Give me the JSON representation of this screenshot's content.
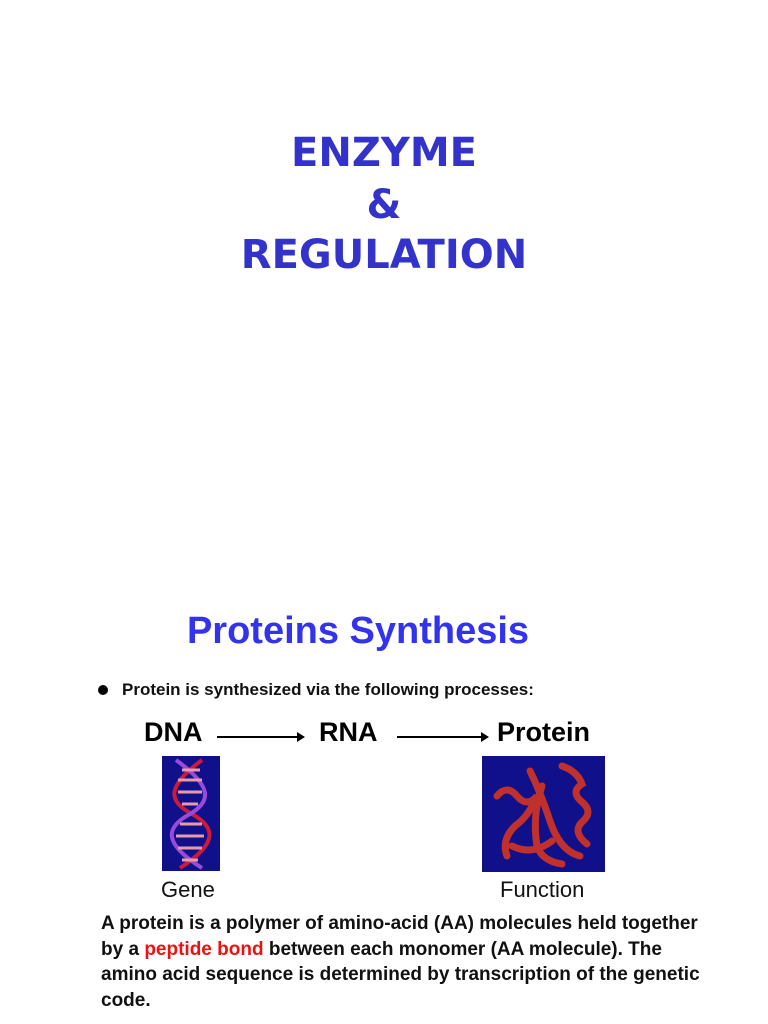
{
  "slide1": {
    "title_line1": "ENZYME",
    "title_line2": "&",
    "title_line3": "REGULATION",
    "title_color": "#3333cc"
  },
  "slide2": {
    "title": "Proteins Synthesis",
    "title_color": "#3333ee",
    "bullet": "Protein is synthesized via the following processes:",
    "flow": {
      "step1": "DNA",
      "step2": "RNA",
      "step3": "Protein"
    },
    "images": {
      "dna": "dna-double-helix-image",
      "protein": "protein-structure-image"
    },
    "labels": {
      "gene": "Gene",
      "function": "Function"
    },
    "paragraph": {
      "part1": "A protein is a polymer of amino-acid (AA) molecules held together by a ",
      "highlight": "peptide bond",
      "part2": " between each monomer (AA molecule).  The amino acid sequence is determined by transcription of the genetic code.",
      "highlight_color": "#ee1111"
    }
  }
}
